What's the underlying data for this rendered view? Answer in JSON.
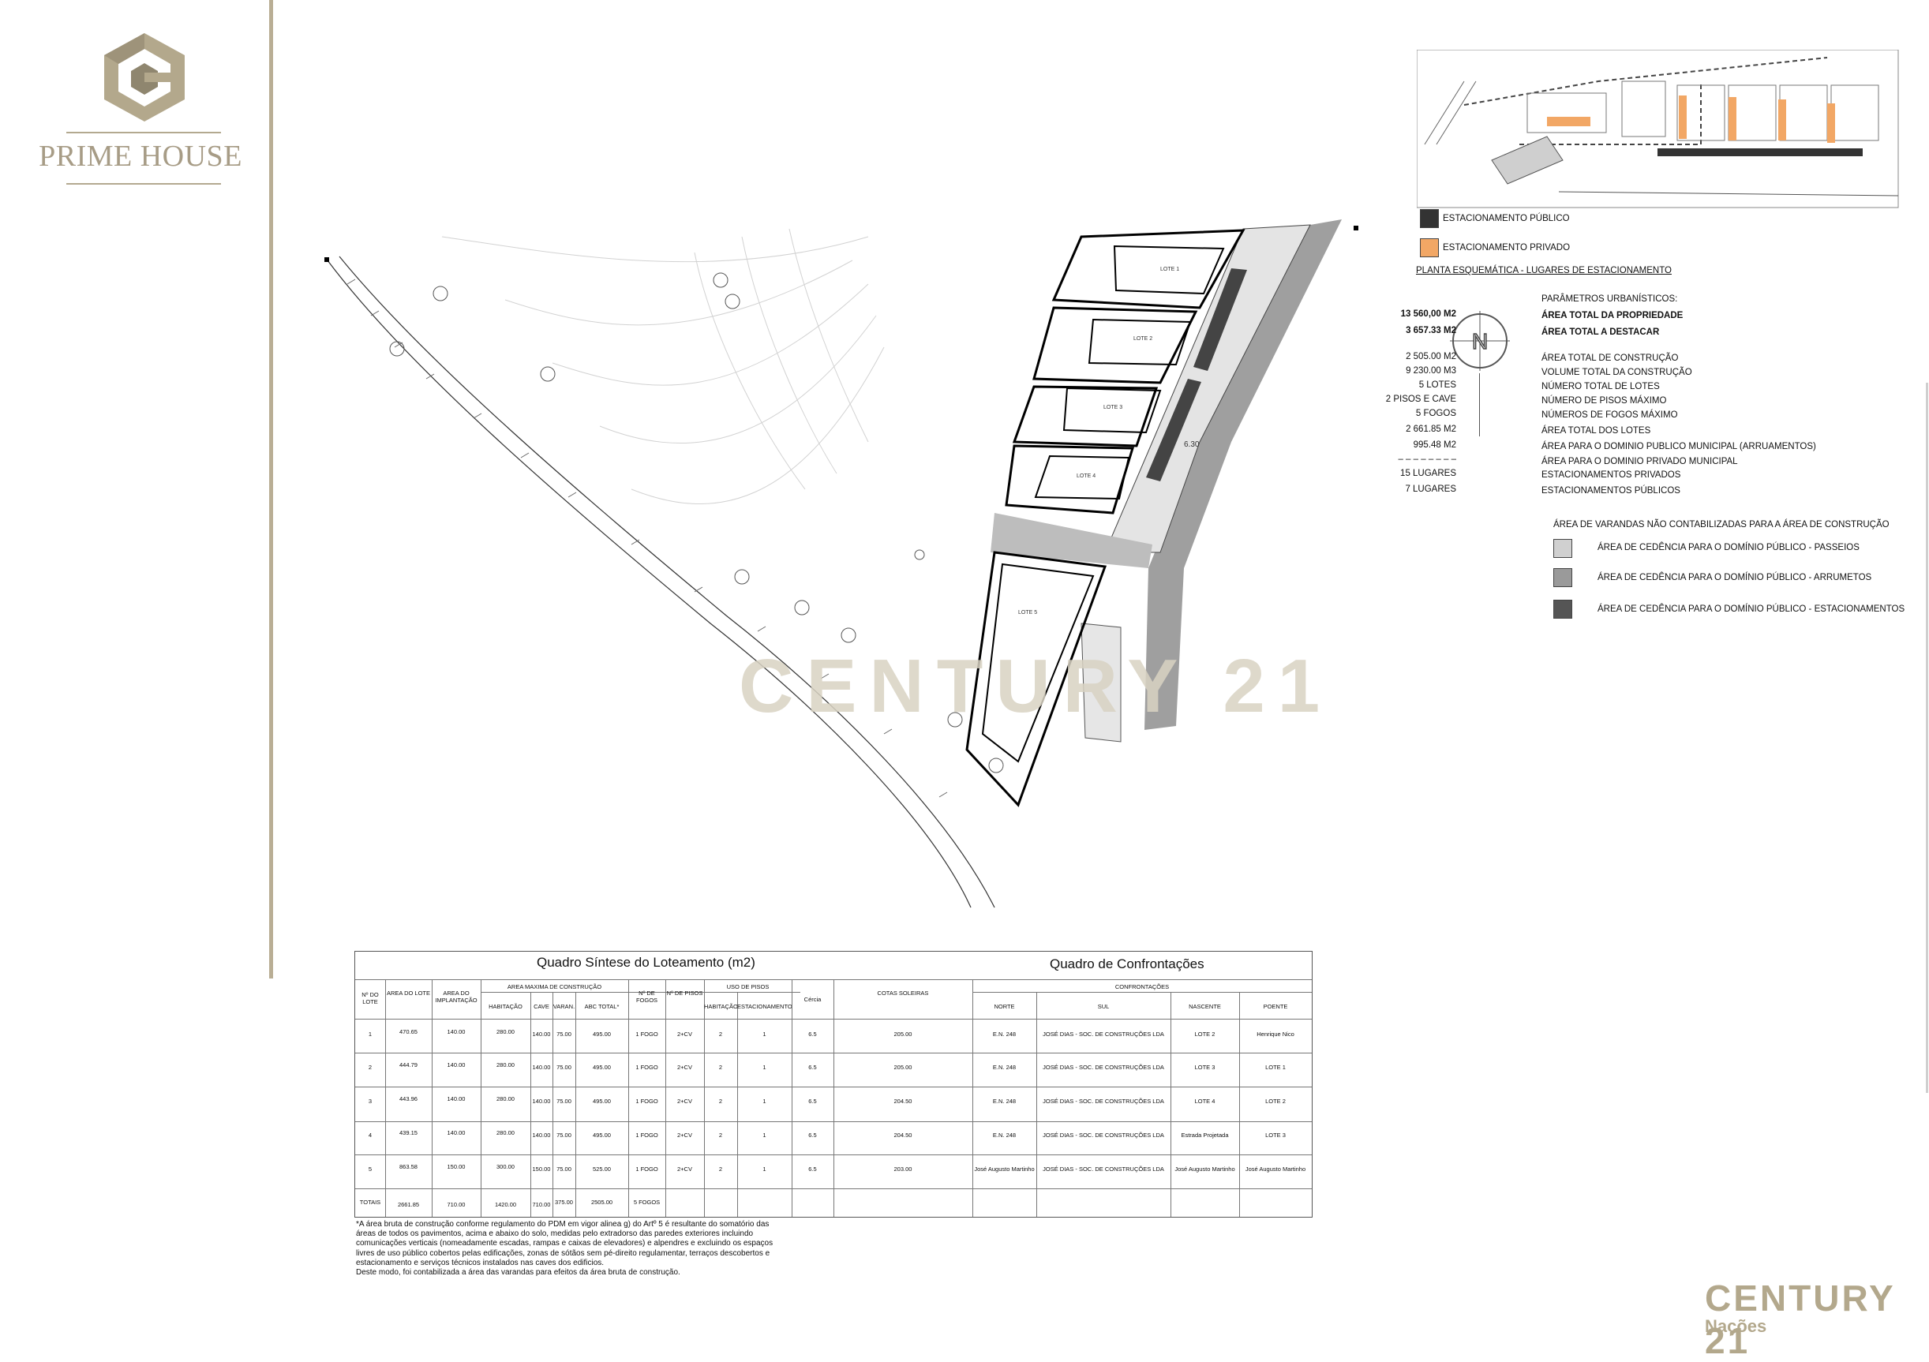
{
  "brand": {
    "name": "PRIME HOUSE"
  },
  "watermark": "CENTURY 21",
  "agency": {
    "brand": "CENTURY 21",
    "office": "Nações"
  },
  "plan_labels": {
    "lot1": "LOTE 1",
    "lot2": "LOTE 2",
    "lot3": "LOTE 3",
    "lot4": "LOTE 4",
    "lot5": "LOTE 5",
    "dim": "6.30"
  },
  "legend_parking": {
    "public": "ESTACIONAMENTO PÚBLICO",
    "private": "ESTACIONAMENTO PRIVADO",
    "caption": "PLANTA ESQUEMÁTICA - LUGARES DE ESTACIONAMENTO",
    "public_color": "#333333",
    "private_color": "#f2a765"
  },
  "parameters": {
    "title": "PARÂMETROS URBANÍSTICOS:",
    "rows": [
      {
        "label": "ÁREA TOTAL DA PROPRIEDADE",
        "value": "13 560,00 M2"
      },
      {
        "label": "ÁREA TOTAL A DESTACAR",
        "value": "3 657.33 M2"
      },
      {
        "label": "ÁREA TOTAL DE CONSTRUÇÃO",
        "value": "2 505.00 M2"
      },
      {
        "label": "VOLUME TOTAL DA CONSTRUÇÃO",
        "value": "9 230.00 M3"
      },
      {
        "label": "NÚMERO TOTAL DE LOTES",
        "value": "5 LOTES"
      },
      {
        "label": "NÚMERO DE PISOS MÁXIMO",
        "value": "2 PISOS E CAVE"
      },
      {
        "label": "NÚMEROS DE FOGOS MÁXIMO",
        "value": "5 FOGOS"
      },
      {
        "label": "ÁREA TOTAL DOS LOTES",
        "value": "2 661.85 M2"
      },
      {
        "label": "ÁREA PARA O DOMINIO PUBLICO MUNICIPAL (ARRUAMENTOS)",
        "value": "995.48 M2"
      },
      {
        "label": "ÁREA PARA O DOMINIO PRIVADO MUNICIPAL",
        "value": "– – – – – – – –"
      },
      {
        "label": "ESTACIONAMENTOS PRIVADOS",
        "value": "15 LUGARES"
      },
      {
        "label": "ESTACIONAMENTOS PÚBLICOS",
        "value": "7 LUGARES"
      }
    ],
    "note": "ÁREA DE VARANDAS NÃO CONTABILIZADAS PARA A ÁREA DE CONSTRUÇÃO"
  },
  "cession_legend": [
    {
      "label": "ÁREA DE CEDÊNCIA PARA O DOMÍNIO PÚBLICO - PASSEIOS",
      "color": "#d0d0d0"
    },
    {
      "label": "ÁREA DE CEDÊNCIA PARA O DOMÍNIO PÚBLICO - ARRUMETOS",
      "color": "#9a9a9a"
    },
    {
      "label": "ÁREA DE CEDÊNCIA PARA O DOMÍNIO PÚBLICO - ESTACIONAMENTOS",
      "color": "#555555"
    }
  ],
  "table": {
    "title_left": "Quadro Síntese do Loteamento (m2)",
    "title_right": "Quadro de Confrontações",
    "h": {
      "lote": "Nº DO LOTE",
      "area_lote": "AREA DO LOTE",
      "area_impl": "AREA DO IMPLANTAÇÃO",
      "area_max": "AREA MAXIMA DE CONSTRUÇÃO",
      "hab": "HABITAÇÃO",
      "cave": "CAVE",
      "varan": "VARAN.",
      "abc": "ABC TOTAL*",
      "fogos": "Nº DE FOGOS",
      "pisos": "Nº DE PISOS",
      "uso": "USO DE PISOS",
      "uso_hab": "HABITAÇÃO",
      "uso_est": "ESTACIONAMENTO",
      "cercea": "Cércia",
      "cotas": "COTAS SOLEIRAS",
      "conf": "CONFRONTAÇÕES",
      "norte": "NORTE",
      "sul": "SUL",
      "nasc": "NASCENTE",
      "poente": "POENTE"
    },
    "rows": [
      {
        "lote": "1",
        "area": "470.65",
        "impl": "140.00",
        "hab": "280.00",
        "cave": "140.00",
        "varan": "75.00",
        "abc": "495.00",
        "fogos": "1 FOGO",
        "pisos": "2+CV",
        "uh": "2",
        "ue": "1",
        "cercea": "6.5",
        "cota": "205.00",
        "norte": "E.N. 248",
        "sul": "JOSÉ DIAS - SOC. DE CONSTRUÇÕES LDA",
        "nasc": "LOTE 2",
        "poente": "Henrique Nico"
      },
      {
        "lote": "2",
        "area": "444.79",
        "impl": "140.00",
        "hab": "280.00",
        "cave": "140.00",
        "varan": "75.00",
        "abc": "495.00",
        "fogos": "1 FOGO",
        "pisos": "2+CV",
        "uh": "2",
        "ue": "1",
        "cercea": "6.5",
        "cota": "205.00",
        "norte": "E.N. 248",
        "sul": "JOSÉ DIAS - SOC. DE CONSTRUÇÕES LDA",
        "nasc": "LOTE 3",
        "poente": "LOTE 1"
      },
      {
        "lote": "3",
        "area": "443.96",
        "impl": "140.00",
        "hab": "280.00",
        "cave": "140.00",
        "varan": "75.00",
        "abc": "495.00",
        "fogos": "1 FOGO",
        "pisos": "2+CV",
        "uh": "2",
        "ue": "1",
        "cercea": "6.5",
        "cota": "204.50",
        "norte": "E.N. 248",
        "sul": "JOSÉ DIAS - SOC. DE CONSTRUÇÕES LDA",
        "nasc": "LOTE 4",
        "poente": "LOTE 2"
      },
      {
        "lote": "4",
        "area": "439.15",
        "impl": "140.00",
        "hab": "280.00",
        "cave": "140.00",
        "varan": "75.00",
        "abc": "495.00",
        "fogos": "1 FOGO",
        "pisos": "2+CV",
        "uh": "2",
        "ue": "1",
        "cercea": "6.5",
        "cota": "204.50",
        "norte": "E.N. 248",
        "sul": "JOSÉ DIAS - SOC. DE CONSTRUÇÕES LDA",
        "nasc": "Estrada Projetada",
        "poente": "LOTE 3"
      },
      {
        "lote": "5",
        "area": "863.58",
        "impl": "150.00",
        "hab": "300.00",
        "cave": "150.00",
        "varan": "75.00",
        "abc": "525.00",
        "fogos": "1 FOGO",
        "pisos": "2+CV",
        "uh": "2",
        "ue": "1",
        "cercea": "6.5",
        "cota": "203.00",
        "norte": "José Augusto Martinho",
        "sul": "JOSÉ DIAS - SOC. DE CONSTRUÇÕES LDA",
        "nasc": "José Augusto Martinho",
        "poente": "José Augusto Martinho"
      }
    ],
    "totals": {
      "label": "TOTAIS",
      "area": "2661.85",
      "impl": "710.00",
      "hab": "1420.00",
      "cave": "710.00",
      "varan": "375.00",
      "abc": "2505.00",
      "fogos": "5 FOGOS"
    }
  },
  "footnote": [
    "*A área bruta de construção conforme regulamento do PDM em vigor alinea g) do Artº 5 é resultante do somatório das",
    "áreas de todos os pavimentos, acima e abaixo do solo, medidas pelo extradorso das paredes exteriores incluindo",
    "comunicações verticais (nomeadamente escadas, rampas e caixas de elevadores) e alpendres e excluindo os espaços",
    "livres de uso público cobertos pelas edificações, zonas de sótãos sem pé-direito regulamentar, terraços descobertos e",
    "estacionamento e serviços técnicos instalados nas caves dos edificios.",
    "Deste modo, foi contabilizada a área das varandas para efeitos da área bruta de construção."
  ]
}
